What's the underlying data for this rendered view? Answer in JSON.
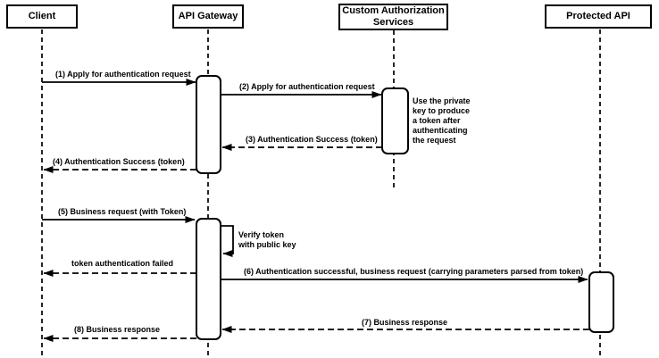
{
  "diagram_type": "uml-sequence-diagram",
  "colors": {
    "background": "#ffffff",
    "line": "#000000",
    "box_fill": "#ffffff",
    "text": "#000000"
  },
  "participants": [
    {
      "label": "Client"
    },
    {
      "label": "API Gateway"
    },
    {
      "label": "Custom Authorization Services"
    },
    {
      "label": "Protected API"
    }
  ],
  "messages": [
    {
      "label": "(1) Apply for authentication request",
      "from": "Client",
      "to": "API Gateway",
      "line": "solid"
    },
    {
      "label": "(2) Apply for authentication request",
      "from": "API Gateway",
      "to": "Custom Authorization Services",
      "line": "solid"
    },
    {
      "label": "(3) Authentication Success (token)",
      "from": "Custom Authorization Services",
      "to": "API Gateway",
      "line": "dashed"
    },
    {
      "label": "(4) Authentication Success (token)",
      "from": "API Gateway",
      "to": "Client",
      "line": "dashed"
    },
    {
      "label": "(5) Business request (with Token)",
      "from": "Client",
      "to": "API Gateway",
      "line": "solid"
    },
    {
      "label": "Verify token with public key",
      "from": "API Gateway",
      "to": "API Gateway",
      "line": "solid",
      "self_message": true
    },
    {
      "label": "token authentication failed",
      "from": "API Gateway",
      "to": "Client",
      "line": "dashed"
    },
    {
      "label": "(6) Authentication successful, business request (carrying parameters parsed from token)",
      "from": "API Gateway",
      "to": "Protected API",
      "line": "solid"
    },
    {
      "label": "(7) Business response",
      "from": "Protected API",
      "to": "API Gateway",
      "line": "dashed"
    },
    {
      "label": "(8) Business response",
      "from": "API Gateway",
      "to": "Client",
      "line": "dashed"
    }
  ],
  "notes": [
    {
      "label": "Use the private key to produce a token after authenticating the request",
      "attached_to": "Custom Authorization Services"
    }
  ]
}
